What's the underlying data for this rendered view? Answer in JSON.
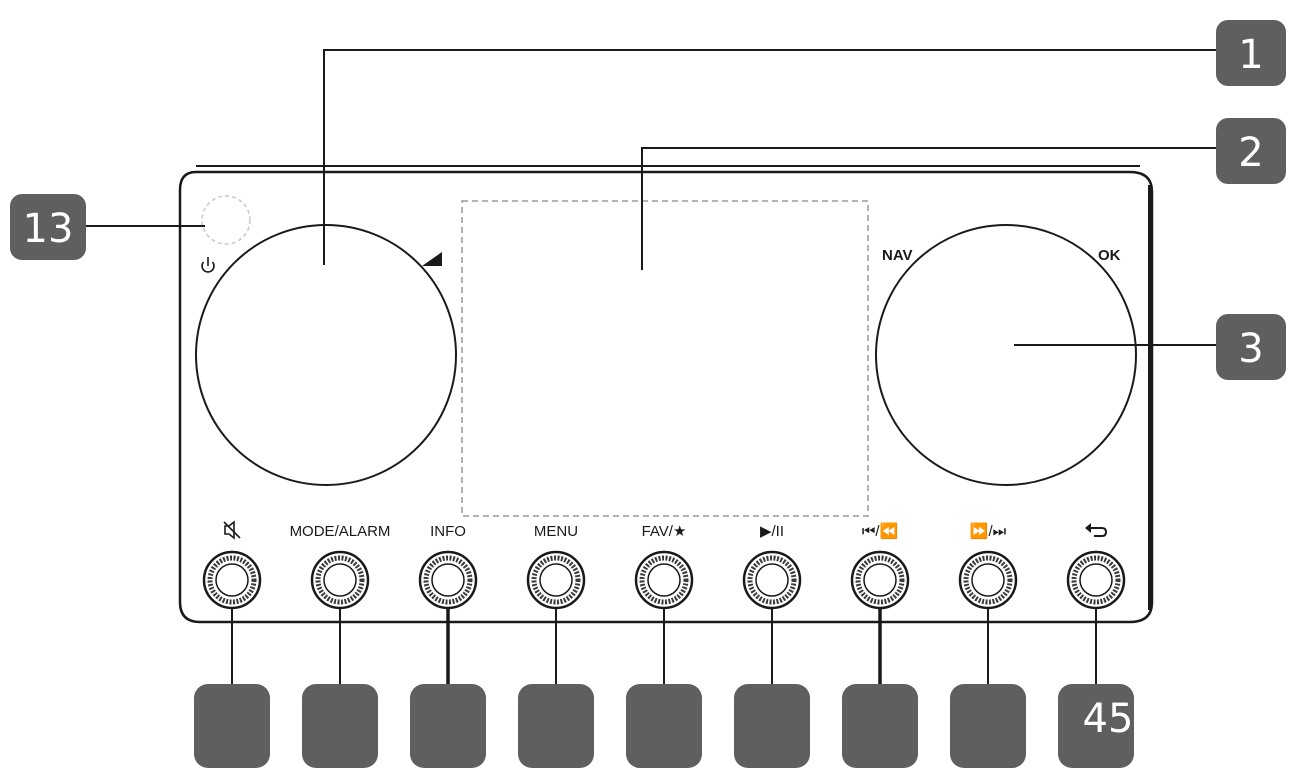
{
  "callouts": {
    "display_knob_left": "1",
    "display_screen": "2",
    "nav_knob": "3",
    "standby_sensor": "13",
    "bottom_right_partial": "45"
  },
  "knob_right": {
    "label_left": "NAV",
    "label_right": "OK"
  },
  "buttons": [
    {
      "label": "",
      "icon": "mute-icon"
    },
    {
      "label": "MODE/ALARM",
      "icon": ""
    },
    {
      "label": "INFO",
      "icon": ""
    },
    {
      "label": "MENU",
      "icon": ""
    },
    {
      "label": "FAV/★",
      "icon": ""
    },
    {
      "label": "▶/II",
      "icon": ""
    },
    {
      "label": "⏮/⏪",
      "icon": ""
    },
    {
      "label": "⏩/⏭",
      "icon": ""
    },
    {
      "label": "",
      "icon": "back-arrow-icon"
    }
  ],
  "colors": {
    "badge": "#5f5f5f",
    "line": "#1a1a1a"
  }
}
